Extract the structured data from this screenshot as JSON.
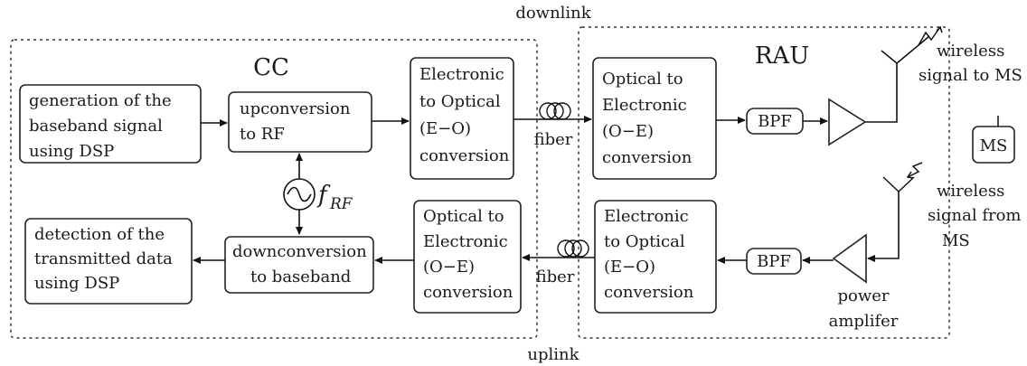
{
  "regions": {
    "cc": "CC",
    "rau": "RAU"
  },
  "links": {
    "downlink": "downlink",
    "uplink": "uplink",
    "fiber_top": "fiber",
    "fiber_bottom": "fiber"
  },
  "blocks": {
    "generation": [
      "generation of the",
      "baseband signal",
      "using DSP"
    ],
    "upconversion": [
      "upconversion",
      "to RF"
    ],
    "eo_top": [
      "Electronic",
      "to Optical",
      "(E−O)",
      "conversion"
    ],
    "oe_top": [
      "Optical to",
      "Electronic",
      "(O−E)",
      "conversion"
    ],
    "detection": [
      "detection of the",
      "transmitted data",
      "using DSP"
    ],
    "downconversion": [
      "downconversion",
      "to baseband"
    ],
    "oe_bottom": [
      "Optical to",
      "Electronic",
      "(O−E)",
      "conversion"
    ],
    "eo_bottom": [
      "Electronic",
      "to Optical",
      "(E−O)",
      "conversion"
    ]
  },
  "oscillator": {
    "label": "f",
    "subscript": "RF"
  },
  "filters": {
    "top": "BPF",
    "bottom": "BPF"
  },
  "ms_box": "MS",
  "antenna_labels": {
    "top": [
      "wireless",
      "signal to MS"
    ],
    "bottom": [
      "wireless",
      "signal from",
      "MS"
    ]
  },
  "amplifier_label": [
    "power",
    "amplifer"
  ]
}
